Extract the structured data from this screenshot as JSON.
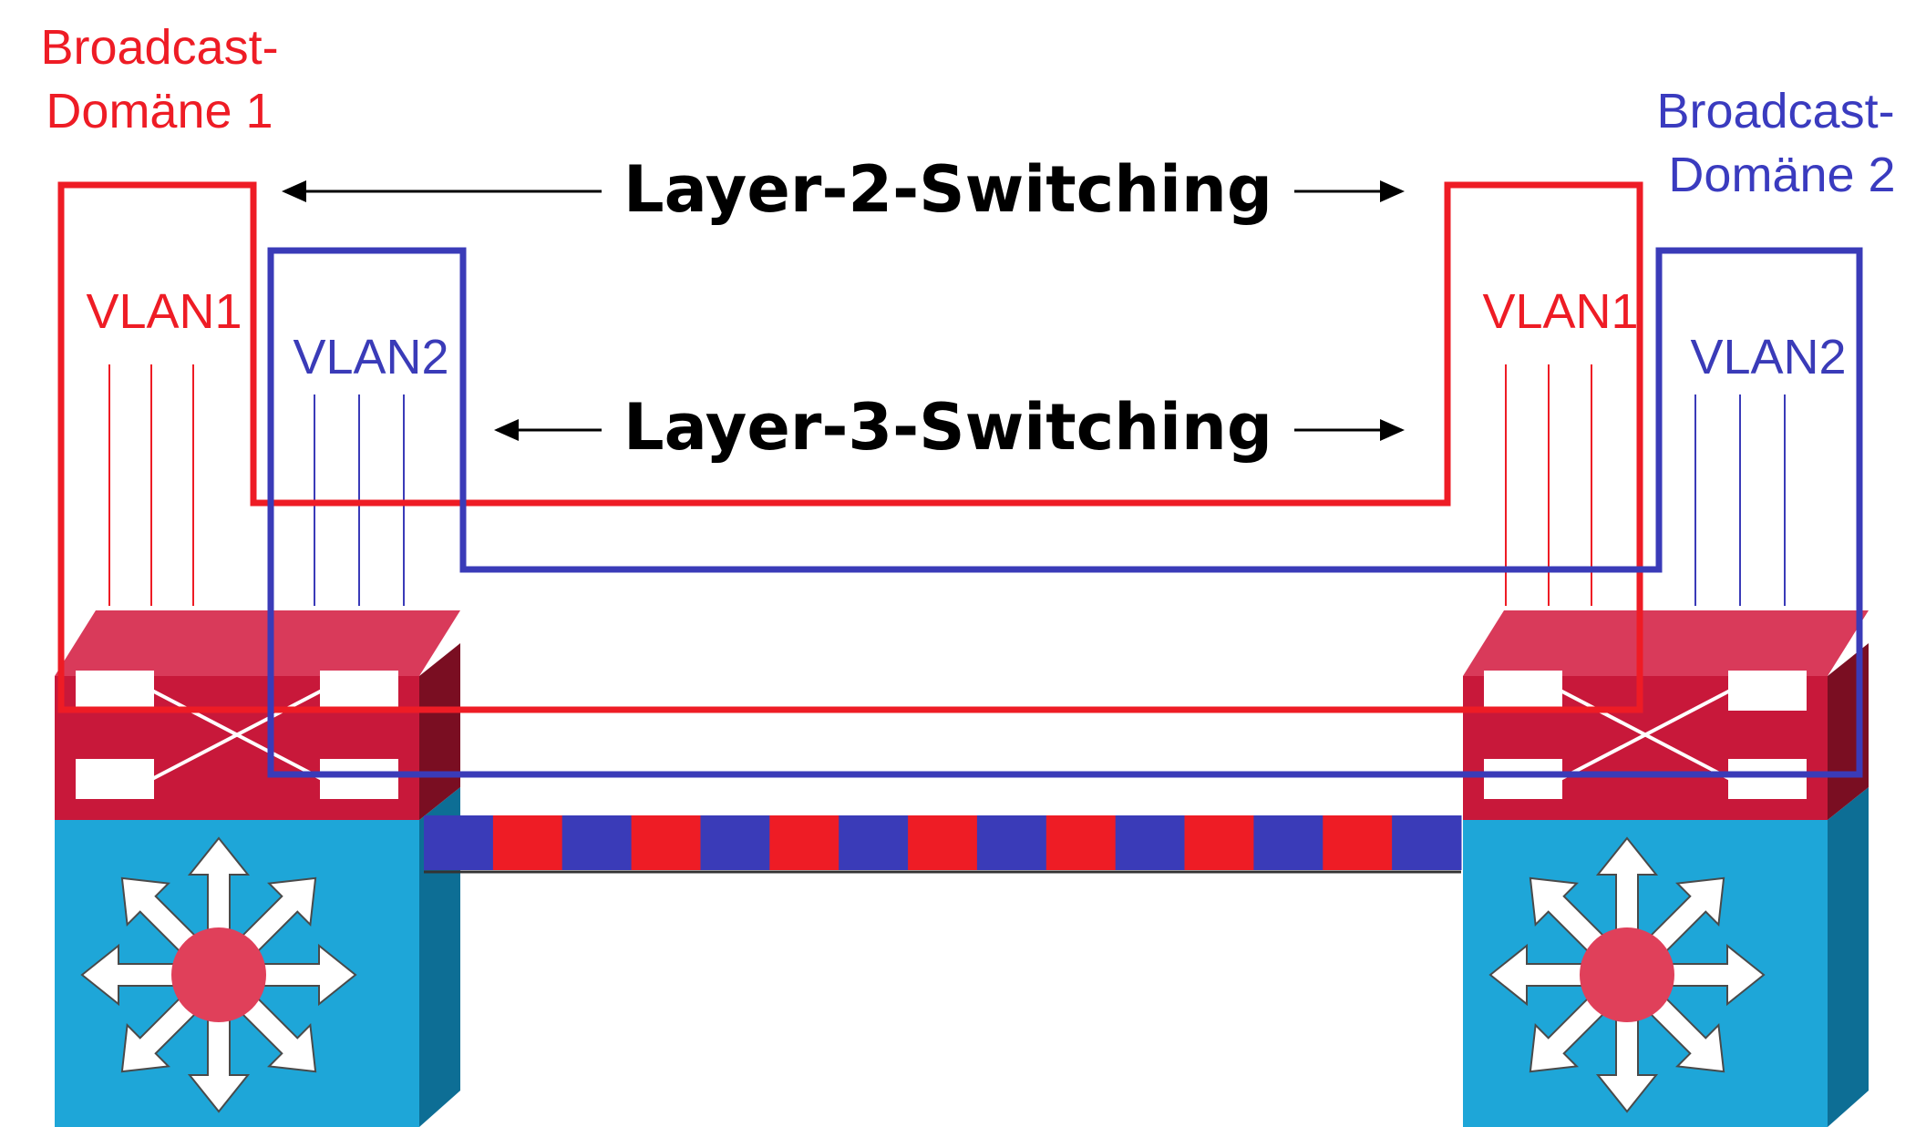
{
  "domain_labels": {
    "left": {
      "line1": "Broadcast-",
      "line2": "Domäne 1"
    },
    "right": {
      "line1": "Broadcast-",
      "line2": "Domäne 2"
    }
  },
  "layer2_label": "Layer-2-Switching",
  "layer3_label": "Layer-3-Switching",
  "vlans": {
    "left_vlan1": "VLAN1",
    "left_vlan2": "VLAN2",
    "right_vlan1": "VLAN1",
    "right_vlan2": "VLAN2"
  },
  "colors": {
    "vlan1": "#ee1c25",
    "vlan2": "#3a3bb8",
    "domain2_label": "#3a3bbf",
    "switch_top": "#c8183a",
    "switch_top_light": "#d93a5a",
    "switch_top_dark": "#7a0e22",
    "switch_body": "#1ea6d8",
    "switch_body_dark": "#0d6e95",
    "hub_circle": "#e0405a",
    "trunk_red": "#ee1c25",
    "trunk_blue": "#3a3bb8"
  },
  "icons": {
    "switch": "multilayer-switch-icon",
    "trunk": "trunk-link-icon",
    "arrow": "arrow-icon"
  }
}
